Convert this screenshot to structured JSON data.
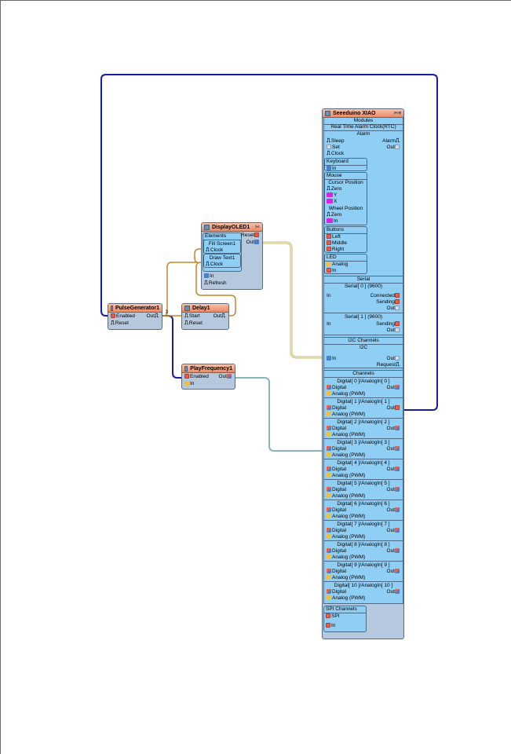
{
  "colors": {
    "wire_blue": "#1a1aa8",
    "wire_orange": "#c8862a",
    "wire_yellow": "#e0d49a",
    "wire_teal": "#88b4bc",
    "title_bar": "#ec8a66",
    "body": "#b6c8dd",
    "section": "#8fcff5"
  },
  "components": {
    "pulse": {
      "title": "PulseGenerator1",
      "pins": {
        "enabled": "Enabled",
        "reset": "Reset",
        "out": "Out"
      },
      "out_badge": "3"
    },
    "delay": {
      "title": "Delay1",
      "pins": {
        "start": "Start",
        "reset": "Reset",
        "out": "Out"
      }
    },
    "display": {
      "title": "DisplayOLED1",
      "elements_label": "Elements",
      "elements": [
        {
          "name": "Fill Screen1",
          "pin": "Clock"
        },
        {
          "name": "Draw Text1",
          "pin": "Clock"
        }
      ],
      "pins": {
        "reset": "Reset",
        "out": "Out",
        "in": "In",
        "refresh": "Refresh"
      }
    },
    "play": {
      "title": "PlayFrequency1",
      "pins": {
        "enabled": "Enabled",
        "in": "In",
        "out": "Out"
      }
    },
    "board": {
      "title": "Seeeduino XIAO",
      "modules_label": "Modules",
      "rtc": {
        "label": "Real Time Alarm Clock(RTC)",
        "alarm": "Alarm",
        "pins": [
          "Sleep",
          "Set",
          "Clock"
        ],
        "outs": [
          "Alarm",
          "Out"
        ]
      },
      "keyboard": {
        "label": "Keyboard",
        "pin": "In"
      },
      "mouse": {
        "label": "Mouse",
        "cursor": "Cursor Position",
        "cursor_pins": [
          "Zero",
          "Y",
          "X"
        ],
        "wheel": "Wheel Position",
        "wheel_pins": [
          "Zero",
          "In"
        ],
        "buttons": "Buttons",
        "button_pins": [
          "Left",
          "Middle",
          "Right"
        ]
      },
      "led": {
        "label": "LED",
        "pins": [
          "Analog",
          "In"
        ]
      },
      "serial": {
        "label": "Serial",
        "ports": [
          {
            "label": "Serial[ 0 ] (9600)",
            "in": "In",
            "outs": [
              "Connected",
              "Sending",
              "Out"
            ]
          },
          {
            "label": "Serial[ 1 ] (9600)",
            "in": "In",
            "outs": [
              "Sending",
              "Out"
            ]
          }
        ]
      },
      "i2c": {
        "label": "I2C Channels",
        "sub": "I2C",
        "in": "In",
        "outs": [
          "Out",
          "Request"
        ]
      },
      "channels": {
        "label": "Channels",
        "digital": "Digital",
        "analog": "Analog (PWM)",
        "out": "Out",
        "items": [
          "Digital[ 0 ]/AnalogIn[ 0 ]",
          "Digital[ 1 ]/AnalogIn[ 1 ]",
          "Digital[ 2 ]/AnalogIn[ 2 ]",
          "Digital[ 3 ]/AnalogIn[ 3 ]",
          "Digital[ 4 ]/AnalogIn[ 4 ]",
          "Digital[ 5 ]/AnalogIn[ 5 ]",
          "Digital[ 6 ]/AnalogIn[ 6 ]",
          "Digital[ 7 ]/AnalogIn[ 7 ]",
          "Digital[ 8 ]/AnalogIn[ 8 ]",
          "Digital[ 9 ]/AnalogIn[ 9 ]",
          "Digital[ 10 ]/AnalogIn[ 10 ]"
        ]
      },
      "spi": {
        "label": "SPI Channels",
        "sub": "SPI",
        "in": "In"
      }
    }
  }
}
